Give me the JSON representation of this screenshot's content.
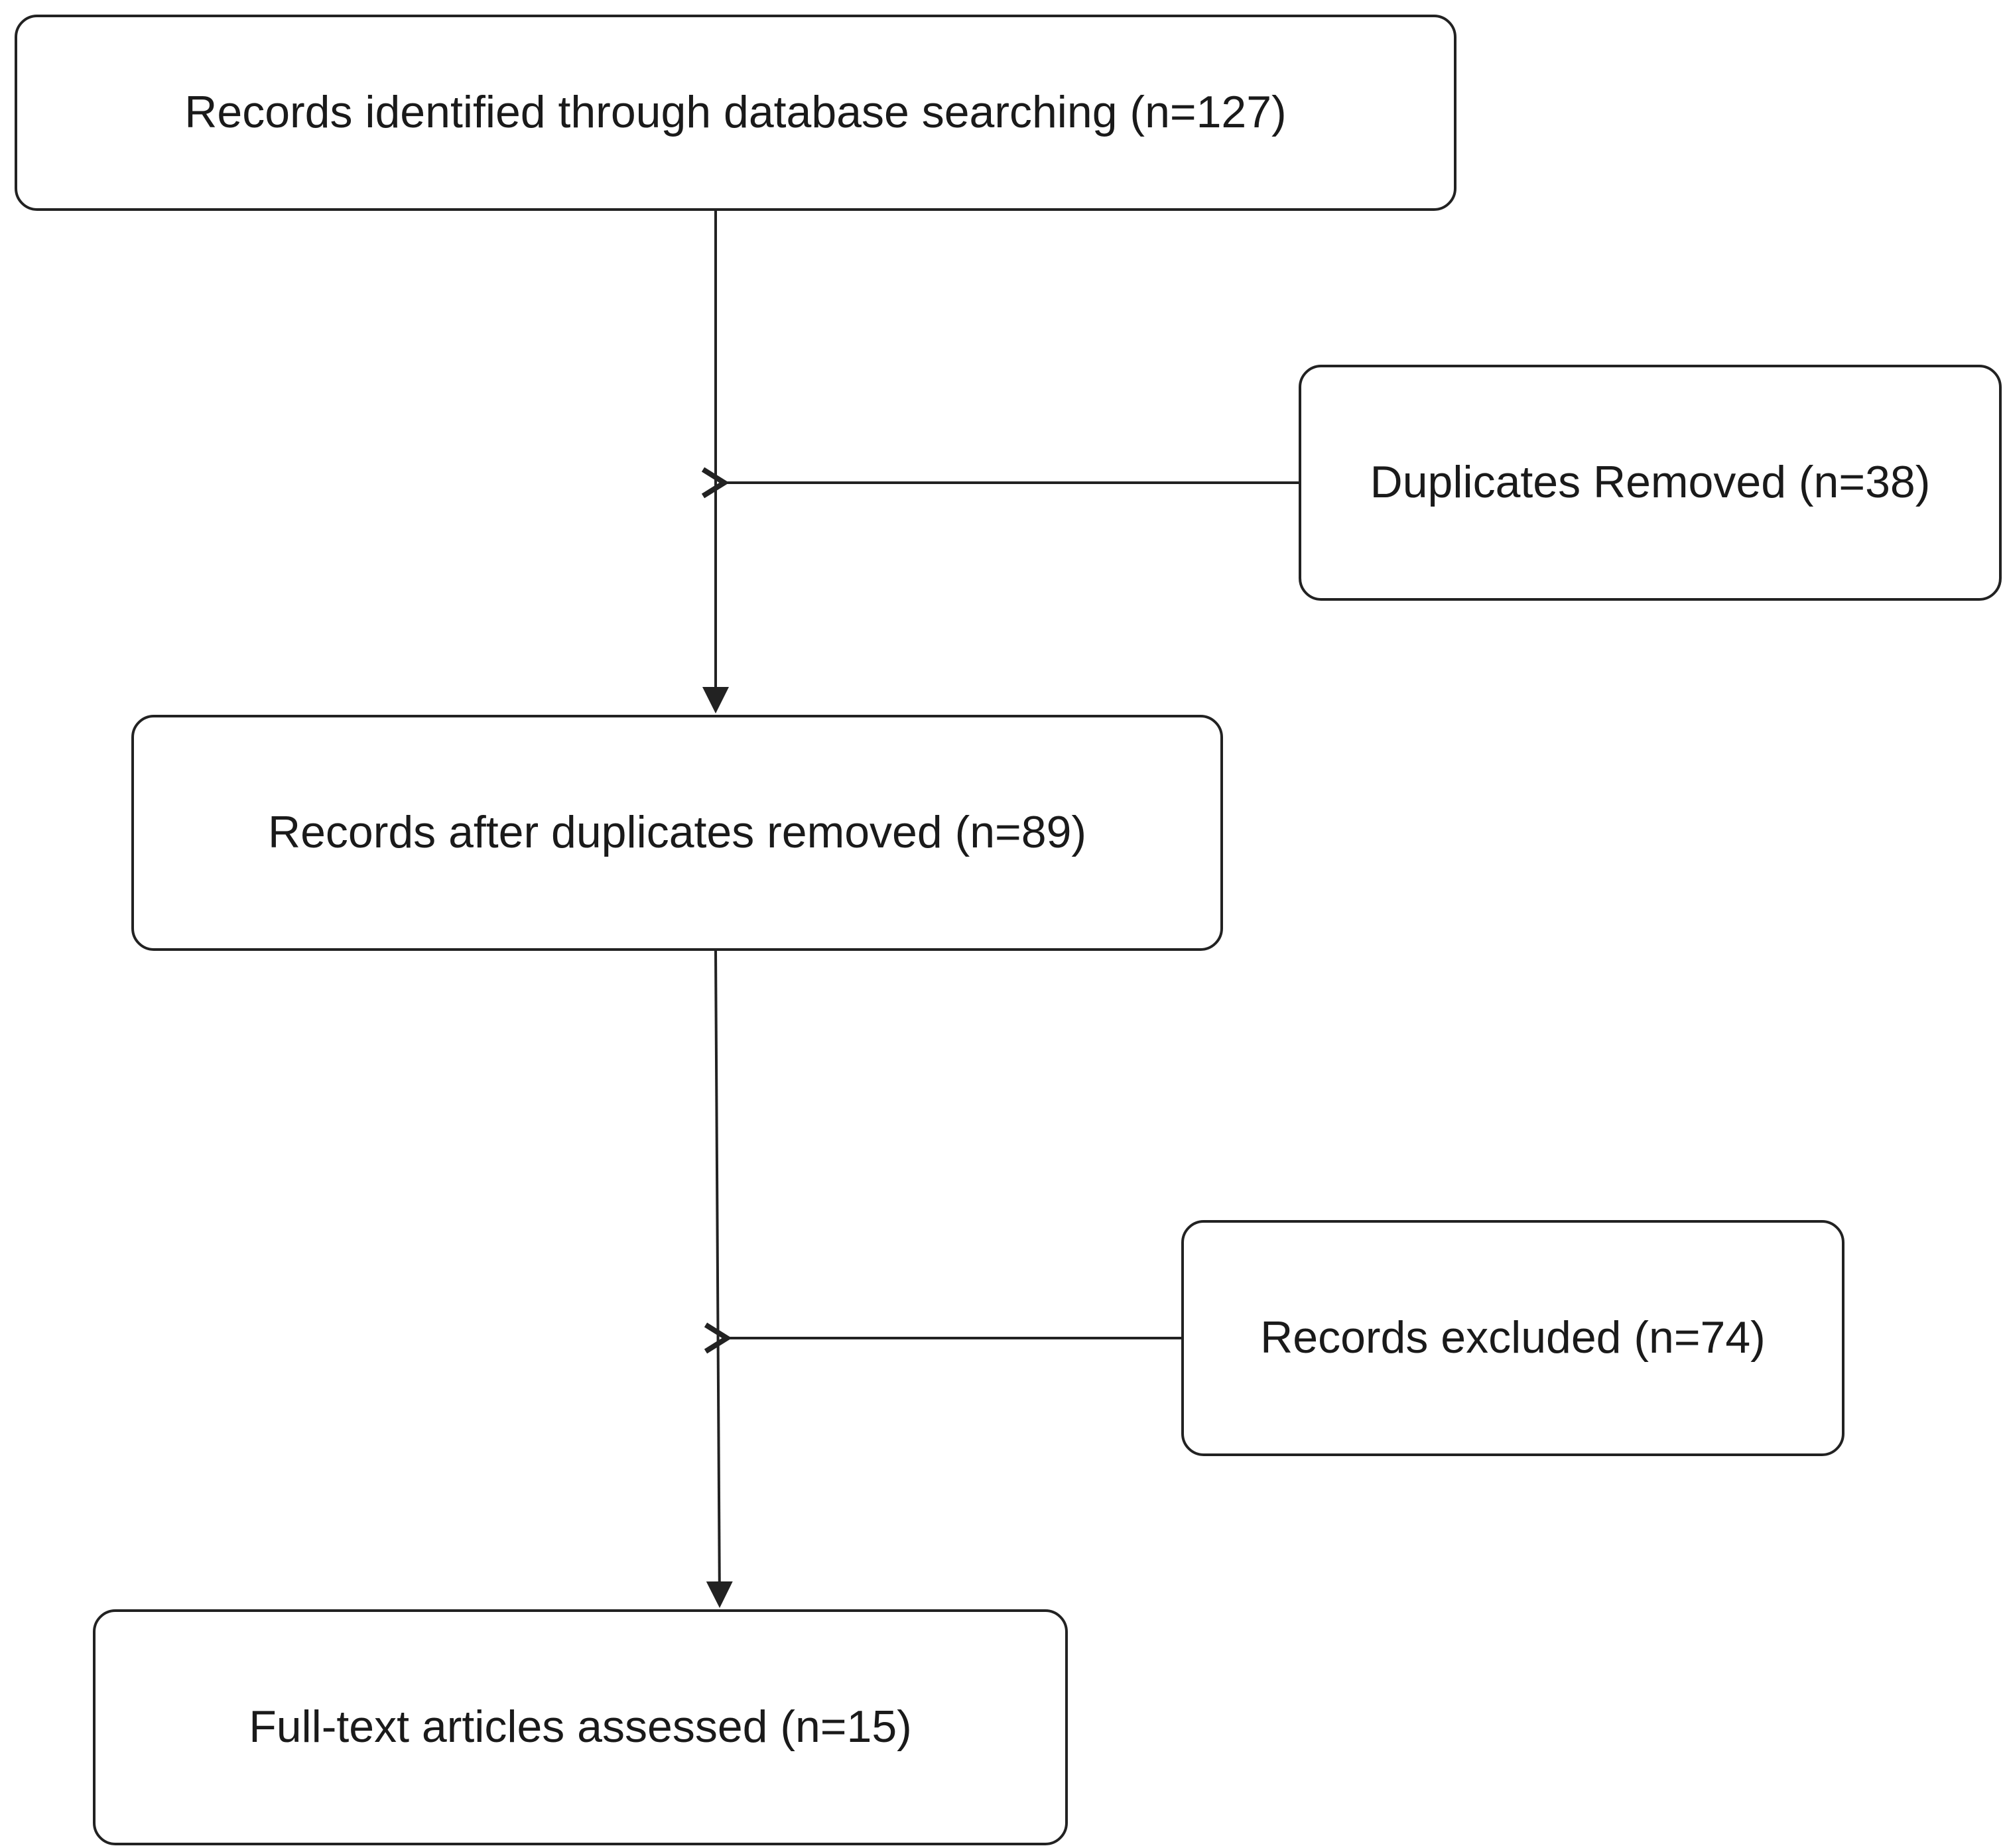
{
  "diagram": {
    "type": "flowchart",
    "nodes": [
      {
        "id": "identified",
        "label": "Records identified through database searching (n=127)"
      },
      {
        "id": "duplicates",
        "label": "Duplicates Removed (n=38)"
      },
      {
        "id": "after",
        "label": "Records after duplicates removed (n=89)"
      },
      {
        "id": "excluded",
        "label": "Records excluded (n=74)"
      },
      {
        "id": "fulltext",
        "label": "Full-text articles assessed (n=15)"
      }
    ],
    "edges": [
      {
        "from": "identified",
        "to": "after"
      },
      {
        "from": "duplicates",
        "to": "main-flow-1"
      },
      {
        "from": "after",
        "to": "fulltext"
      },
      {
        "from": "excluded",
        "to": "main-flow-2"
      }
    ],
    "colors": {
      "stroke": "#222222",
      "text": "#1a1a1a",
      "background": "#ffffff"
    }
  }
}
